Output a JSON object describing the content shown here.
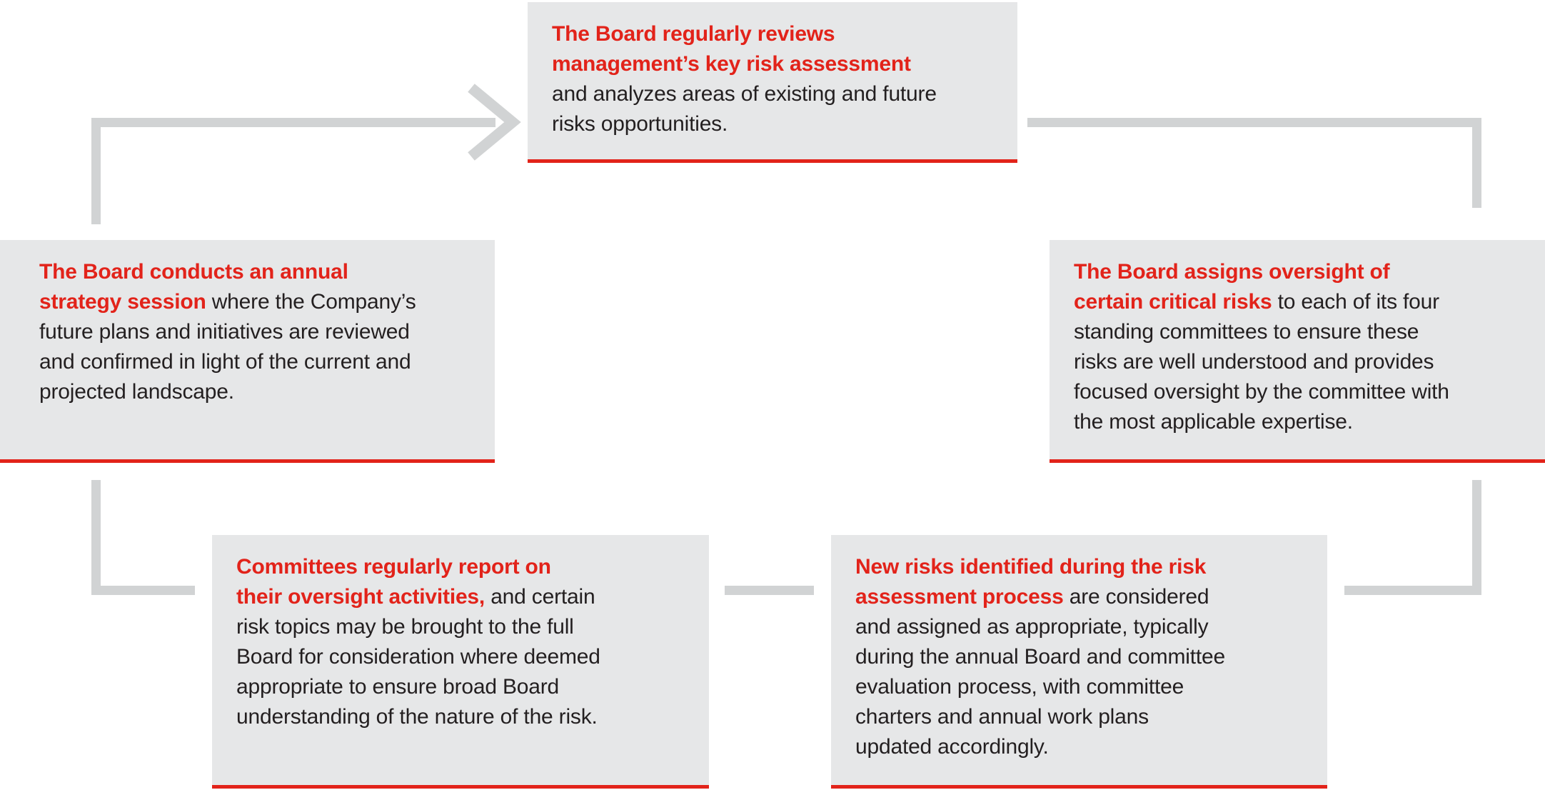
{
  "diagram": {
    "name": "Board risk oversight cycle",
    "colors": {
      "accent_red": "#e2231a",
      "box_bg": "#e6e7e8",
      "connector_gray": "#d1d3d4",
      "text": "#231f20",
      "background": "#ffffff"
    },
    "boxes": {
      "strategy": {
        "lines": [
          {
            "b": "The Board conducts an annual"
          },
          {
            "b": "strategy session",
            "t": " where the Company’s"
          },
          {
            "t": "future plans and initiatives are reviewed"
          },
          {
            "t": "and confirmed in light of the current and"
          },
          {
            "t": "projected landscape."
          }
        ]
      },
      "review": {
        "lines": [
          {
            "b": "The Board regularly reviews"
          },
          {
            "b": "management’s key risk assessment"
          },
          {
            "t": "and analyzes areas of existing and future"
          },
          {
            "t": "risks opportunities."
          }
        ]
      },
      "assign": {
        "lines": [
          {
            "b": "The Board assigns oversight of"
          },
          {
            "b": "certain critical risks",
            "t": " to each of its four"
          },
          {
            "t": "standing committees to ensure these"
          },
          {
            "t": "risks are well understood and provides"
          },
          {
            "t": "focused oversight by the committee with"
          },
          {
            "t": "the most applicable expertise."
          }
        ]
      },
      "newrisks": {
        "lines": [
          {
            "b": "New risks identified during the risk"
          },
          {
            "b": "assessment process",
            "t": " are considered"
          },
          {
            "t": "and assigned as appropriate, typically"
          },
          {
            "t": "during the annual Board and committee"
          },
          {
            "t": "evaluation process, with committee"
          },
          {
            "t": "charters and annual work plans"
          },
          {
            "t": "updated accordingly."
          }
        ]
      },
      "committees": {
        "lines": [
          {
            "b": "Committees regularly report on"
          },
          {
            "b": "their oversight activities,",
            "t": " and certain"
          },
          {
            "t": "risk topics may be brought to the full"
          },
          {
            "t": "Board for consideration where deemed"
          },
          {
            "t": "appropriate to ensure broad Board"
          },
          {
            "t": "understanding of the nature of the risk."
          }
        ]
      }
    },
    "connectors": [
      {
        "from": "strategy",
        "to": "review",
        "arrowhead": true
      },
      {
        "from": "review",
        "to": "assign",
        "arrowhead": false
      },
      {
        "from": "assign",
        "to": "newrisks",
        "arrowhead": false
      },
      {
        "from": "newrisks",
        "to": "committees",
        "arrowhead": false
      },
      {
        "from": "committees",
        "to": "strategy",
        "arrowhead": false
      }
    ]
  }
}
